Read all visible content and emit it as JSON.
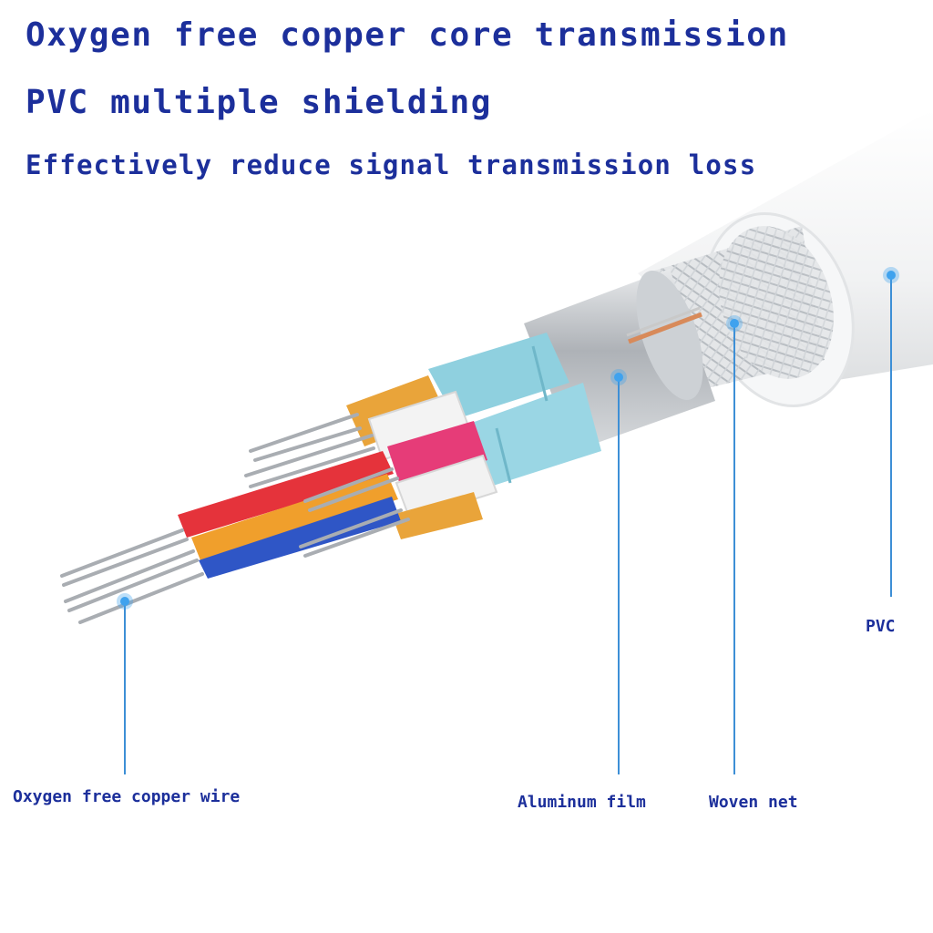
{
  "headlines": {
    "line1": "Oxygen free copper core transmission",
    "line2": "PVC multiple shielding",
    "line3": "Effectively reduce signal transmission loss"
  },
  "callouts": {
    "copper_wire": "Oxygen free copper wire",
    "aluminum_film": "Aluminum film",
    "woven_net": "Woven net",
    "pvc": "PVC"
  },
  "colors": {
    "text": "#1c2f9b",
    "callout_line": "#3d8fd6",
    "callout_dot": "#3fa2ee",
    "jacket": "#f3f4f5",
    "foil": "#b9bdc2",
    "sleeve": "#8fd0df",
    "wire_orange": "#e9a43a",
    "wire_red": "#e5333b",
    "wire_blue": "#2f56c6",
    "wire_pink": "#e63c78",
    "wire_white": "#f2f2f2"
  }
}
